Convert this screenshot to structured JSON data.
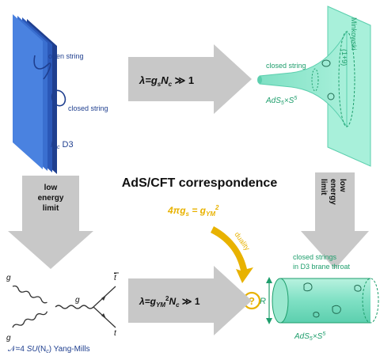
{
  "title": "AdS/CFT correspondence",
  "top_left": {
    "open_string": "open string",
    "closed_string": "closed string",
    "nc_label": "N",
    "nc_sub": "c",
    "d3": " D3"
  },
  "top_arrow": {
    "lam": "λ=g",
    "s": "s",
    "n": "N",
    "c": "c",
    "gg": " ≫ 1"
  },
  "top_right": {
    "minkowski": "Minkowski",
    "dims": "(1+9)",
    "closed_string": "closed string",
    "ads": "AdS",
    "five": "5",
    "times_s": "×S",
    "sup5": "5"
  },
  "left_arrow": {
    "line1": "low",
    "line2": "energy",
    "line3": "limit"
  },
  "right_arrow": {
    "line1": "low",
    "line2": "energy",
    "line3": "limit"
  },
  "duality": {
    "eq_pre": "4πg",
    "eq_s": "s",
    "eq_eq": " = g",
    "eq_ym": "YM",
    "eq_sq": "2",
    "label": "duality",
    "question": "?"
  },
  "bottom_left": {
    "g1": "g",
    "g2": "g",
    "g3": "g",
    "tbar": "t",
    "t": "t",
    "n4": "𝒩=4 ",
    "su": "SU",
    "nc": "(N",
    "c": "c",
    "rest": ") Yang-Mills"
  },
  "bottom_arrow": {
    "lam": "λ=g",
    "ym": "YM",
    "sq": "2",
    "n": "N",
    "c": "c",
    "gg": " ≫ 1"
  },
  "bottom_right": {
    "line1": "closed strings",
    "line2": "in D3 brane throat",
    "r": "R",
    "ads": "AdS",
    "five": "5",
    "times_s": "×S",
    "sup5": "5"
  },
  "colors": {
    "brane_blue": "#2b58b8",
    "green": "#1e9e6c",
    "green_fill": "#7fe0c4",
    "gold": "#e8b200",
    "arrow_gray": "#c8c8c8"
  }
}
